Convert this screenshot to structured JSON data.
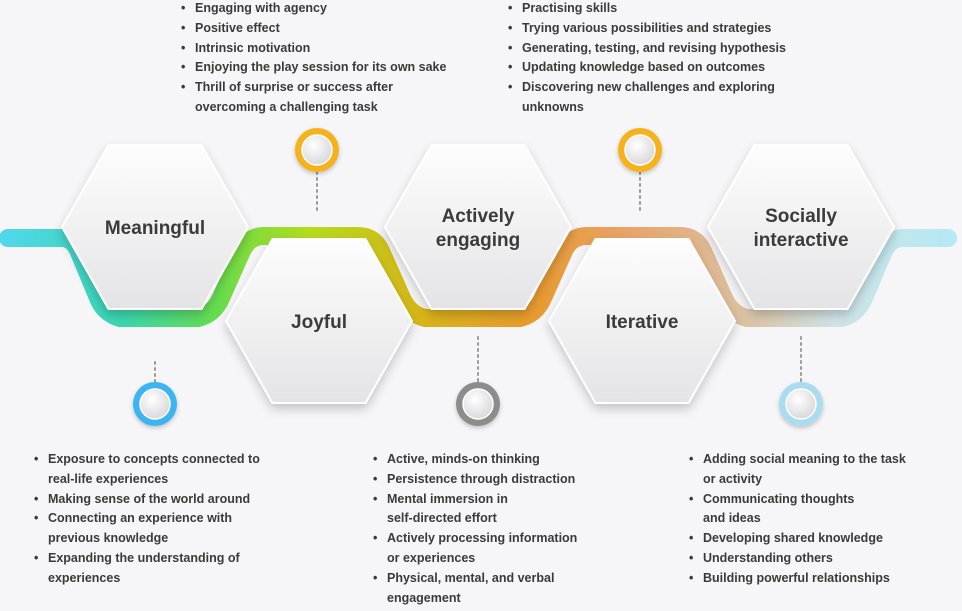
{
  "stages": [
    {
      "id": "meaningful",
      "label_lines": [
        "Meaningful"
      ],
      "marker_color": "#3ab4f0",
      "points": [
        [
          "Exposure to concepts connected to",
          "real-life experiences"
        ],
        [
          "Making sense of the world around"
        ],
        [
          "Connecting an experience with",
          "previous knowledge"
        ],
        [
          "Expanding the understanding of",
          "experiences"
        ]
      ]
    },
    {
      "id": "joyful",
      "label_lines": [
        "Joyful"
      ],
      "marker_color": "#f5b21a",
      "points": [
        [
          "Engaging with agency"
        ],
        [
          "Positive effect"
        ],
        [
          "Intrinsic motivation"
        ],
        [
          "Enjoying the play session for its own sake"
        ],
        [
          "Thrill of surprise or success after",
          "overcoming a challenging task"
        ]
      ]
    },
    {
      "id": "actively-engaging",
      "label_lines": [
        "Actively",
        "engaging"
      ],
      "marker_color": "#8c8c8c",
      "points": [
        [
          "Active, minds-on thinking"
        ],
        [
          "Persistence through distraction"
        ],
        [
          "Mental immersion in",
          "self-directed effort"
        ],
        [
          "Actively processing information",
          "or experiences"
        ],
        [
          "Physical, mental, and verbal",
          "engagement"
        ]
      ]
    },
    {
      "id": "iterative",
      "label_lines": [
        "Iterative"
      ],
      "marker_color": "#f5b21a",
      "points": [
        [
          "Practising skills"
        ],
        [
          "Trying various possibilities and strategies"
        ],
        [
          "Generating, testing, and revising hypothesis"
        ],
        [
          "Updating knowledge based on outcomes"
        ],
        [
          "Discovering new challenges and exploring",
          "unknowns"
        ]
      ]
    },
    {
      "id": "socially-interactive",
      "label_lines": [
        "Socially",
        "interactive"
      ],
      "marker_color": "#a9dcee",
      "points": [
        [
          "Adding social meaning to the task",
          "or activity"
        ],
        [
          "Communicating thoughts",
          "and ideas"
        ],
        [
          "Developing shared knowledge"
        ],
        [
          "Understanding others"
        ],
        [
          "Building powerful relationships"
        ]
      ]
    }
  ]
}
